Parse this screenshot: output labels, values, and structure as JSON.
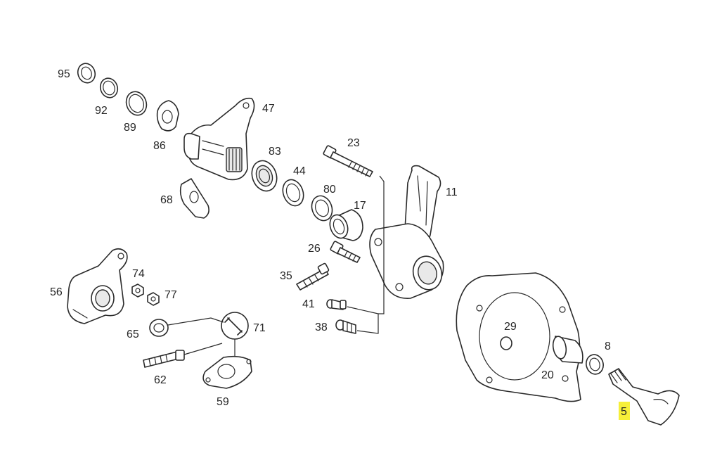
{
  "diagram": {
    "highlight_color": "#f6ef39",
    "line_color": "#2a2a2a",
    "labels": {
      "p95": "95",
      "p92": "92",
      "p89": "89",
      "p86": "86",
      "p47": "47",
      "p83": "83",
      "p68": "68",
      "p44": "44",
      "p80": "80",
      "p23": "23",
      "p17": "17",
      "p11": "11",
      "p26": "26",
      "p35": "35",
      "p41": "41",
      "p38": "38",
      "p56": "56",
      "p74": "74",
      "p77": "77",
      "p65": "65",
      "p71": "71",
      "p62": "62",
      "p59": "59",
      "p29": "29",
      "p8": "8",
      "p20": "20",
      "p5": "5"
    },
    "highlighted_part": "5"
  }
}
